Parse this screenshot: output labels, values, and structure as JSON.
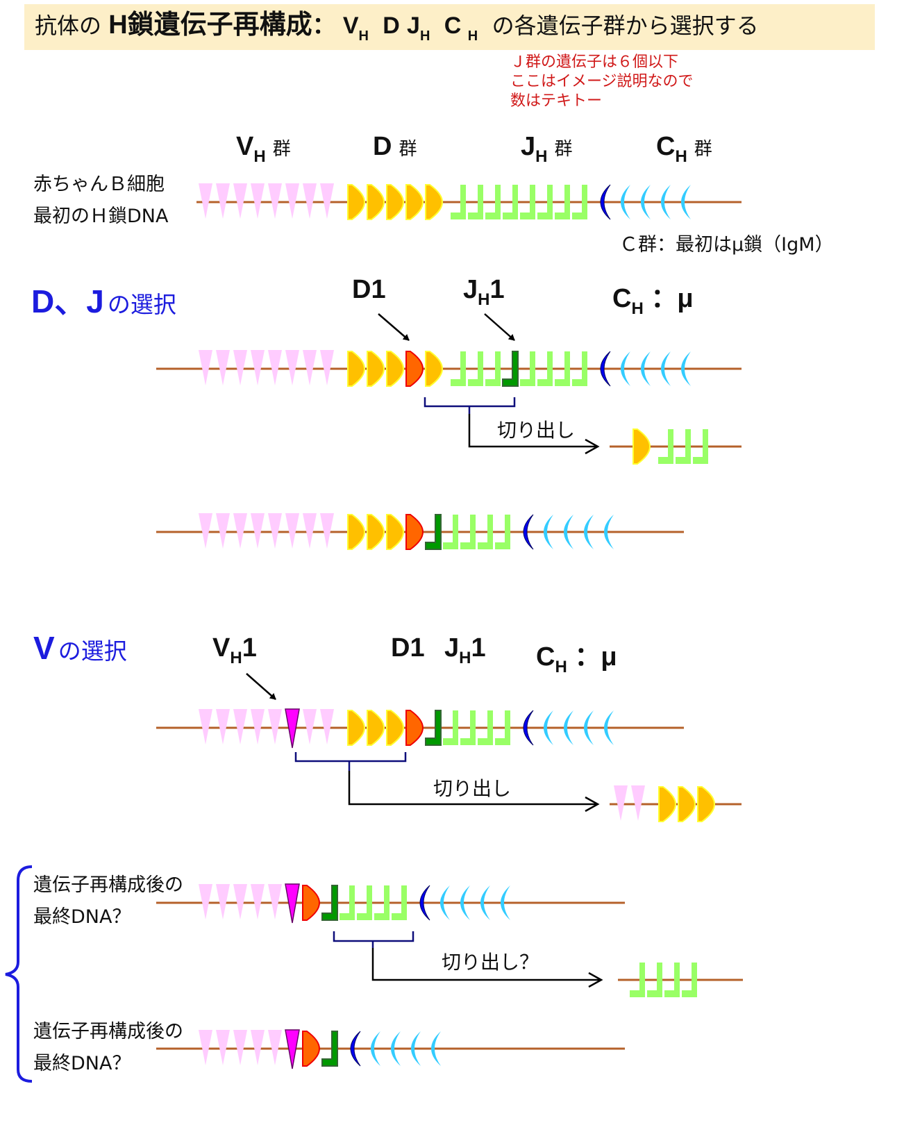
{
  "title": {
    "prefix": "抗体の",
    "bold": "H鎖遺伝子再構成",
    "colon": "：",
    "v": "V",
    "v_sub": "H",
    "d": "D",
    "j": "J",
    "j_sub": "H",
    "c": "C",
    "c_sub": "H",
    "suffix": "の各遺伝子群から選択する"
  },
  "note": {
    "lines": [
      "Ｊ群の遺伝子は６個以下",
      "ここはイメージ説明なので",
      "数はテキトー"
    ]
  },
  "group_labels": {
    "vh": {
      "main": "V",
      "sub": "H",
      "kanji": "群"
    },
    "d": {
      "main": "D",
      "sub": "",
      "kanji": "群"
    },
    "jh": {
      "main": "J",
      "sub": "H",
      "kanji": "群"
    },
    "ch": {
      "main": "C",
      "sub": "H",
      "kanji": "群"
    }
  },
  "initial": {
    "label_line1": "赤ちゃんＢ細胞",
    "label_line2": "最初のＨ鎖DNA",
    "c_note": "Ｃ群：最初はμ鎖（IgM）"
  },
  "section_dj": {
    "big": "D、J",
    "small": "の選択",
    "d1": "D1",
    "jh1_main": "J",
    "jh1_sub": "H",
    "jh1_num": "1",
    "ch_main": "C",
    "ch_sub": "H",
    "ch_rest": "：μ",
    "cut_label": "切り出し"
  },
  "section_v": {
    "big": "V",
    "small": "の選択",
    "vh1_main": "V",
    "vh1_sub": "H",
    "vh1_num": "1",
    "d1": "D1",
    "jh1_main": "J",
    "jh1_sub": "H",
    "jh1_num": "1",
    "ch_main": "C",
    "ch_sub": "H",
    "ch_rest": "：μ",
    "cut_label": "切り出し"
  },
  "final": {
    "label_line1": "遺伝子再構成後の",
    "label_line2": "最終DNA？",
    "cut_label": "切り出し？"
  },
  "colors": {
    "strand": "#b5612a",
    "v_gene": "#ffccff",
    "v_selected": "#ff00ff",
    "d_gene": "#ffc000",
    "d_outline": "#ffff33",
    "d_selected": "#ff6600",
    "d_selected_outline": "#ee0000",
    "j_gene": "#99ff66",
    "j_selected": "#009900",
    "j_selected_outline": "#336633",
    "c_mu": "#0000ee",
    "c_other": "#33ccff",
    "bracket": "#0d0d7a",
    "section_title": "#1c1cde",
    "note": "#d01818",
    "banner": "#fdefc8"
  },
  "strands": [
    {
      "name": "initial-dna",
      "seq": "VVVVVVVV_DDDDD_JJJJJJJJ_mCCCC"
    },
    {
      "name": "dj-before-dna",
      "seq": "VVVVVVVV_DDDdD_JJJjJJJJ_mCCCC"
    },
    {
      "name": "dj-excised-dna",
      "seq": "D_JJJ"
    },
    {
      "name": "dj-after-dna",
      "seq": "VVVVVVVV_DDDdjJJJJ_mCCCC"
    },
    {
      "name": "v-before-dna",
      "seq": "VVVVVvVV_DDDdjJJJJ_mCCCC"
    },
    {
      "name": "v-excised-dna",
      "seq": "VV_DDD"
    },
    {
      "name": "final-1-dna",
      "seq": "VVVVVvdjJJJJ_mCCCC"
    },
    {
      "name": "final-1-excised-dna",
      "seq": "JJJJ"
    },
    {
      "name": "final-2-dna",
      "seq": "VVVVVvdj_mCCCC"
    }
  ]
}
